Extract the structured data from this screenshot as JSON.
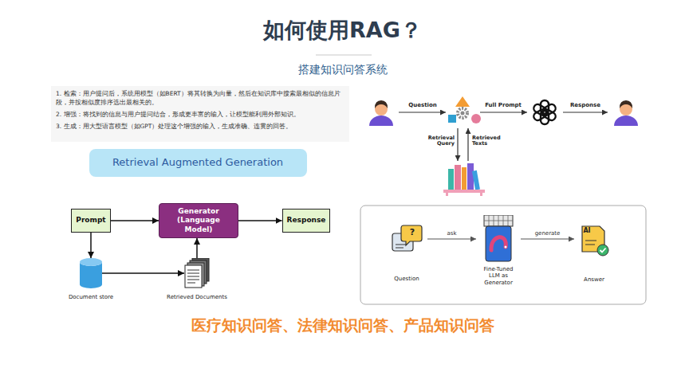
{
  "diagram": {
    "title": "如何使用RAG？",
    "caption": "医疗知识问答、法律知识问答、产品知识问答",
    "nodes": [
      {
        "text": [
          "Retrieval Augmented Generation"
        ]
      },
      {
        "text": [
          "Prompt"
        ]
      },
      {
        "text": [
          "Generator (Language Model)"
        ]
      },
      {
        "text": [
          "Response"
        ]
      },
      {
        "text": [
          "Document store"
        ]
      },
      {
        "text": [
          "Retrieved Documents"
        ]
      },
      {
        "text": [
          "Question"
        ]
      },
      {
        "text": [
          "Fine-Tuned LLM as Generator"
        ]
      },
      {
        "text": [
          "Answer"
        ]
      }
    ],
    "edges": [
      {
        "from": 1,
        "to": 2,
        "arrow": "to"
      },
      {
        "from": 2,
        "to": 3,
        "arrow": "to"
      },
      {
        "from": 1,
        "to": 4,
        "arrow": "to"
      },
      {
        "from": 4,
        "to": 5,
        "arrow": "to"
      },
      {
        "from": 5,
        "to": 2,
        "arrow": "to"
      },
      {
        "from": 6,
        "to": 7,
        "label": "ask",
        "arrow": "to"
      },
      {
        "from": 7,
        "to": 8,
        "label": "generate",
        "arrow": "to"
      }
    ],
    "labels": [
      "搭建知识问答系统",
      "1. 检索：用户提问后，系统用模型（如BERT）将其转换为向量，然后在知识库中搜索最相似的信息片段，并按相似度排序选出最相关的。",
      "2. 增强：将找到的信息与用户提问结合，形成更丰富的输入，让模型能利用外部知识。",
      "3. 生成：用大型语言模型（如GPT）处理这个增强的输入，生成准确、连贯的回答。",
      "Question",
      "Full Prompt",
      "Response",
      "Retrieval Query",
      "Retrieved Texts",
      "?",
      "AI"
    ]
  }
}
